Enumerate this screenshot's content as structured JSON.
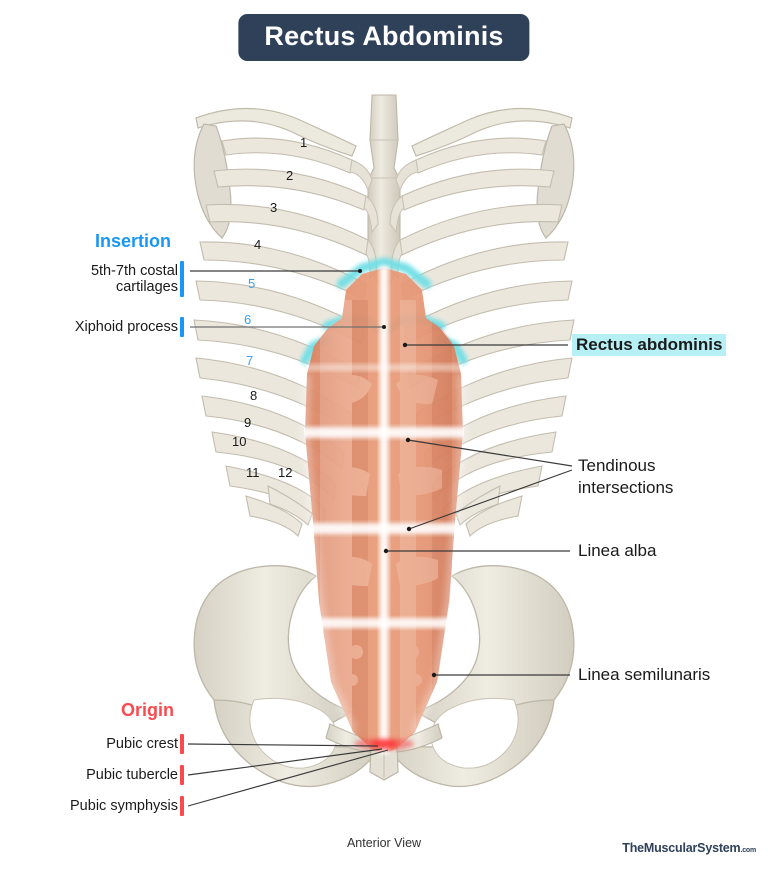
{
  "header": {
    "title": "Rectus Abdominis"
  },
  "sections": {
    "insertion_heading": "Insertion",
    "origin_heading": "Origin"
  },
  "insertion_labels": [
    {
      "id": "costal-cartilages",
      "line1": "5th-7th costal",
      "line2": "cartilages",
      "marker_color": "#1a97f5"
    },
    {
      "id": "xiphoid-process",
      "line1": "Xiphoid process",
      "line2": "",
      "marker_color": "#1a97f5"
    }
  ],
  "origin_labels": [
    {
      "id": "pubic-crest",
      "text": "Pubic crest",
      "marker_color": "#fb4a4f"
    },
    {
      "id": "pubic-tubercle",
      "text": "Pubic tubercle",
      "marker_color": "#fb4a4f"
    },
    {
      "id": "pubic-symphysis",
      "text": "Pubic symphysis",
      "marker_color": "#fb4a4f"
    }
  ],
  "right_labels": [
    {
      "id": "rectus-abdominis",
      "line1": "Rectus abdominis",
      "line2": "",
      "highlight": true,
      "highlight_color": "#b6f0f5"
    },
    {
      "id": "tendinous-intersections",
      "line1": "Tendinous",
      "line2": "intersections",
      "highlight": false
    },
    {
      "id": "linea-alba",
      "line1": "Linea alba",
      "line2": "",
      "highlight": false
    },
    {
      "id": "linea-semilunaris",
      "line1": "Linea semilunaris",
      "line2": "",
      "highlight": false
    }
  ],
  "rib_numbers": [
    {
      "n": "1",
      "highlighted": false
    },
    {
      "n": "2",
      "highlighted": false
    },
    {
      "n": "3",
      "highlighted": false
    },
    {
      "n": "4",
      "highlighted": false
    },
    {
      "n": "5",
      "highlighted": true
    },
    {
      "n": "6",
      "highlighted": true
    },
    {
      "n": "7",
      "highlighted": true
    },
    {
      "n": "8",
      "highlighted": false
    },
    {
      "n": "9",
      "highlighted": false
    },
    {
      "n": "10",
      "highlighted": false
    },
    {
      "n": "11",
      "highlighted": false
    },
    {
      "n": "12",
      "highlighted": false
    }
  ],
  "footer": {
    "view": "Anterior View",
    "watermark": "TheMuscularSystem",
    "watermark_domain": ".com"
  },
  "colors": {
    "title_bg": "#2e4159",
    "insertion_blue": "#1a97f5",
    "origin_red": "#fb4a4f",
    "muscle": "#e08c6a",
    "insertion_highlight_cyan": "#7fe3e8",
    "label_highlight": "#b6f0f5",
    "bone": "#e0dcd2",
    "background": "#ffffff"
  }
}
